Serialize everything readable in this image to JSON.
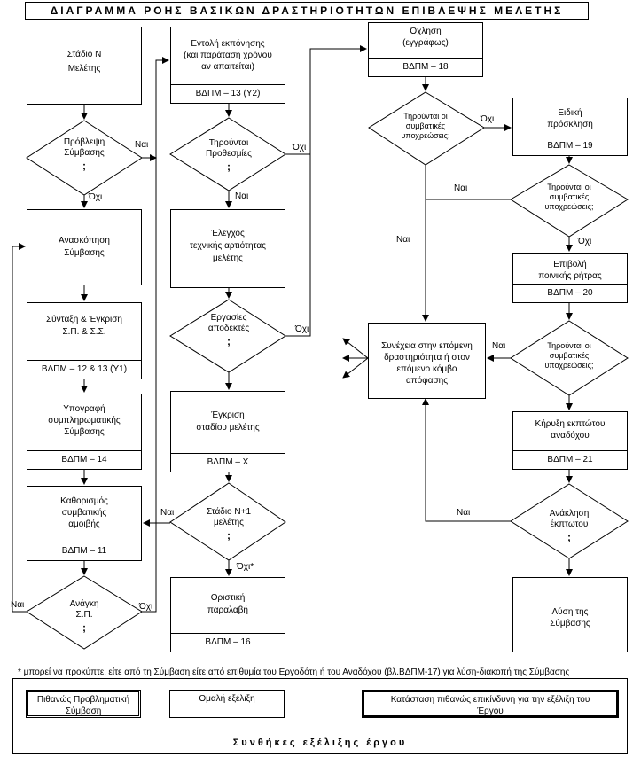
{
  "title": "ΔΙΑΓΡΑΜΜΑ ΡΟΗΣ ΒΑΣΙΚΩΝ ΔΡΑΣΤΗΡΙΟΤΗΤΩΝ ΕΠΙΒΛΕΨΗΣ ΜΕΛΕΤΗΣ",
  "boxes": {
    "stadio": {
      "l1": "Στάδιο Ν",
      "l2": "Μελέτης"
    },
    "anaskopisi": {
      "l1": "Ανασκόπηση",
      "l2": "Σύμβασης"
    },
    "syntaxi": {
      "l1": "Σύνταξη & Έγκριση",
      "l2": "Σ.Π. & Σ.Σ.",
      "code": "ΒΔΠΜ – 12 & 13 (Υ1)"
    },
    "ypografi": {
      "l1": "Υπογραφή",
      "l2": "συμπληρωματικής",
      "l3": "Σύμβασης",
      "code": "ΒΔΠΜ – 14"
    },
    "kathorismos": {
      "l1": "Καθορισμός",
      "l2": "συμβατικής",
      "l3": "αμοιβής",
      "code": "ΒΔΠΜ – 11"
    },
    "entoli": {
      "l1": "Εντολή εκπόνησης",
      "l2": "(και παράταση χρόνου",
      "l3": "αν απαιτείται)",
      "code": "ΒΔΠΜ – 13 (Υ2)"
    },
    "elegxos": {
      "l1": "Έλεγχος",
      "l2": "τεχνικής αρτιότητας",
      "l3": "μελέτης"
    },
    "egkrisi": {
      "l1": "Έγκριση",
      "l2": "σταδίου μελέτης",
      "code": "ΒΔΠΜ – Χ"
    },
    "oristiki": {
      "l1": "Οριστική",
      "l2": "παραλαβή",
      "code": "ΒΔΠΜ – 16"
    },
    "ochlisi": {
      "l1": "Όχληση",
      "l2": "(εγγράφως)",
      "code": "ΒΔΠΜ – 18"
    },
    "eidiki": {
      "l1": "Ειδική",
      "l2": "πρόσκληση",
      "code": "ΒΔΠΜ – 19"
    },
    "epivoli": {
      "l1": "Επιβολή",
      "l2": "ποινικής ρήτρας",
      "code": "ΒΔΠΜ – 20"
    },
    "synecheia": {
      "l1": "Συνέχεια στην επόμενη",
      "l2": "δραστηριότητα ή στον",
      "l3": "επόμενο κόμβο",
      "l4": "απόφασης"
    },
    "kiryxi": {
      "l1": "Κήρυξη εκπτώτου",
      "l2": "αναδόχου",
      "code": "ΒΔΠΜ – 21"
    },
    "lysi": {
      "l1": "Λύση της",
      "l2": "Σύμβασης"
    }
  },
  "decisions": {
    "provlepsi": {
      "l1": "Πρόβλεψη",
      "l2": "Σύμβασης",
      "l3": ";"
    },
    "anagki": {
      "l1": "Ανάγκη",
      "l2": "Σ.Π.",
      "l3": ";"
    },
    "thrountai_prothesmies": {
      "l1": "Τηρούνται",
      "l2": "Προθεσμίες",
      "l3": ";"
    },
    "ergasies": {
      "l1": "Εργασίες",
      "l2": "αποδεκτές",
      "l3": ";"
    },
    "stadio_n1": {
      "l1": "Στάδιο Ν+1",
      "l2": "μελέτης",
      "l3": ";"
    },
    "symv_1": {
      "l1": "Τηρούνται οι",
      "l2": "συμβατικές",
      "l3": "υποχρεώσεις;"
    },
    "symv_2": {
      "l1": "Τηρούνται οι",
      "l2": "συμβατικές",
      "l3": "υποχρεώσεις;"
    },
    "symv_3": {
      "l1": "Τηρούνται οι",
      "l2": "συμβατικές",
      "l3": "υποχρεώσεις;"
    },
    "anaklisi": {
      "l1": "Ανάκληση",
      "l2": "έκπτωτου",
      "l3": ";"
    }
  },
  "labels": {
    "nai": "Ναι",
    "ochi": "Όχι",
    "ochi_star": "Όχι*"
  },
  "footnote": "*  μπορεί να προκύπτει είτε από τη Σύμβαση είτε από επιθυμία του Εργοδότη ή του Αναδόχου (βλ.ΒΔΠΜ-17) για λύση-διακοπή της Σύμβασης",
  "legend": {
    "problematic": {
      "l1": "Πιθανώς Προβληματική",
      "l2": "Σύμβαση"
    },
    "normal": "Ομαλή εξέλιξη",
    "dangerous": {
      "l1": "Κατάσταση πιθανώς επικίνδυνη για την εξέλιξη του",
      "l2": "Έργου"
    },
    "title": "Συνθήκες εξέλιξης έργου"
  }
}
